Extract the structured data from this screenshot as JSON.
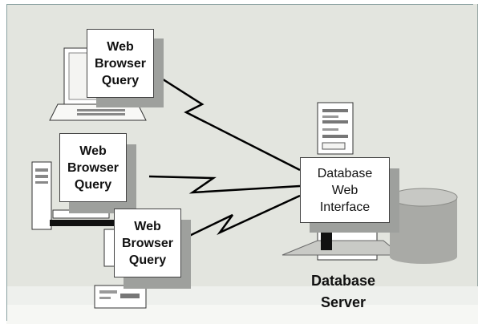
{
  "clients": [
    {
      "label": "Web\nBrowser\nQuery"
    },
    {
      "label": "Web\nBrowser\nQuery"
    },
    {
      "label": "Web\nBrowser\nQuery"
    }
  ],
  "server": {
    "interface_label": "Database\nWeb\nInterface",
    "caption": "Database\nServer"
  },
  "colors": {
    "background": "#e3e5df",
    "box_fill": "#ffffff",
    "shadow": "#9ea09d",
    "line": "#000000",
    "cylinder": "#a9aaa6"
  }
}
